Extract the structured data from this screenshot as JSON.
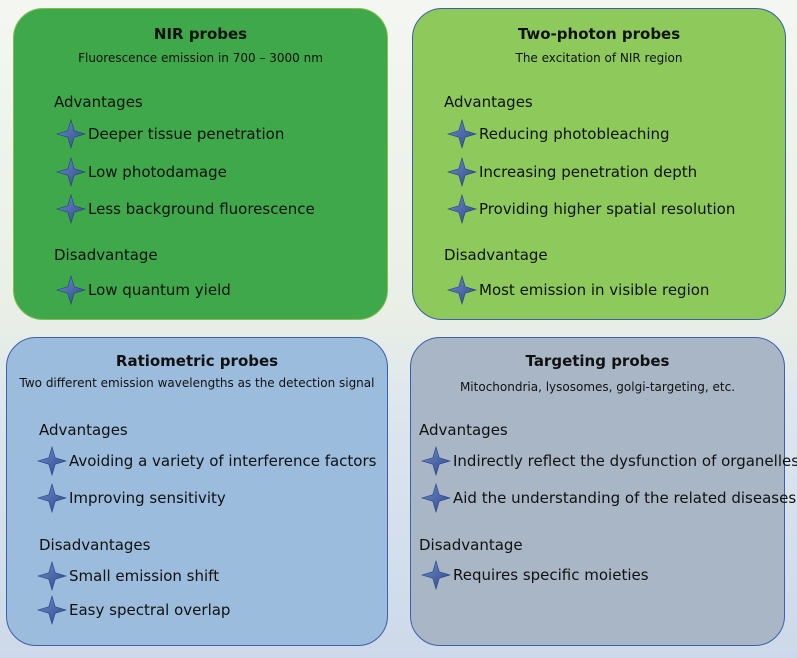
{
  "panels": {
    "nir": {
      "title": "NIR probes",
      "subtitle": "Fluorescence emission in 700 – 3000 nm",
      "adv_label": "Advantages",
      "advantages": [
        "Deeper tissue penetration",
        "Low photodamage",
        "Less background fluorescence"
      ],
      "dis_label": "Disadvantage",
      "disadvantages": [
        "Low quantum yield"
      ],
      "color": "#3fa84a"
    },
    "two_photon": {
      "title": "Two-photon probes",
      "subtitle": "The excitation of NIR region",
      "adv_label": "Advantages",
      "advantages": [
        "Reducing photobleaching",
        "Increasing penetration depth",
        "Providing higher spatial resolution"
      ],
      "dis_label": "Disadvantage",
      "disadvantages": [
        "Most emission in visible region"
      ],
      "color": "#8ec95c"
    },
    "ratiometric": {
      "title": "Ratiometric probes",
      "subtitle": "Two different emission wavelengths as the detection signal",
      "adv_label": "Advantages",
      "advantages": [
        "Avoiding a variety of interference factors",
        "Improving sensitivity"
      ],
      "dis_label": "Disadvantages",
      "disadvantages": [
        "Small emission shift",
        "Easy spectral overlap"
      ],
      "color": "#9bbcdc"
    },
    "targeting": {
      "title": "Targeting probes",
      "subtitle": "Mitochondria, lysosomes, golgi-targeting, etc.",
      "adv_label": "Advantages",
      "advantages": [
        "Indirectly reflect the dysfunction of organelles",
        "Aid the understanding of the related diseases"
      ],
      "dis_label": "Disadvantage",
      "disadvantages": [
        "Requires specific moieties"
      ],
      "color": "#a8b6c6"
    }
  },
  "icons": {
    "bullet": "four-point-star-icon",
    "bullet_color": "#3d5a9e"
  }
}
